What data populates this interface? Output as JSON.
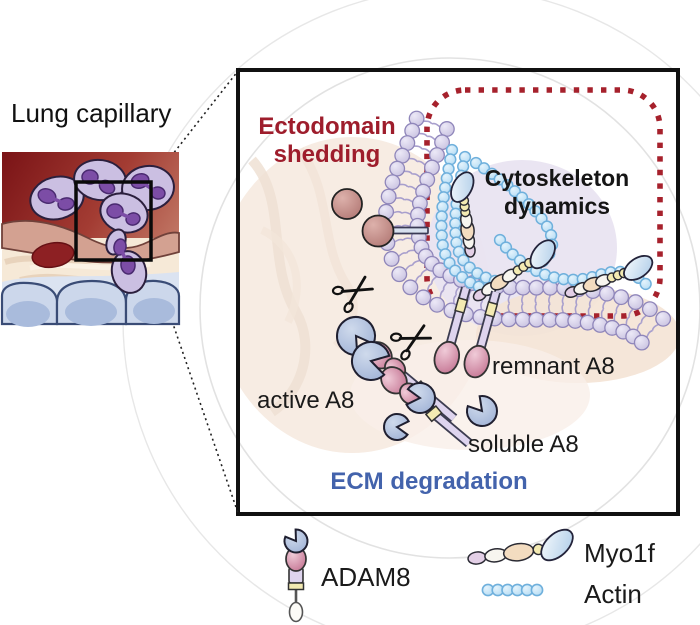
{
  "panel_left": {
    "title": "Lung capillary"
  },
  "inset": {
    "ectodomain": {
      "line1": "Ectodomain",
      "line2": "shedding"
    },
    "cytoskeleton": {
      "line1": "Cytoskeleton",
      "line2": "dynamics"
    },
    "labels": {
      "remnant": "remnant A8",
      "active": "active A8",
      "soluble": "soluble A8",
      "ecm": "ECM degradation"
    }
  },
  "legend": {
    "adam8": "ADAM8",
    "myo1f": "Myo1f",
    "actin": "Actin"
  },
  "colors": {
    "accent_red": "#9e1d2c",
    "dash_red": "#a6212c",
    "ecm_blue": "#4363ac",
    "membrane_fill": "#d8d2ec",
    "membrane_stroke": "#8f86ba",
    "membrane_tail": "#a89fcd",
    "actin_fill": "#bfe3f7",
    "actin_stroke": "#6fb0dc",
    "myosin_head_blue": "#c3d8ee",
    "myosin_tan": "#f3dcc0",
    "myosin_yellow": "#f3eab2",
    "myosin_white": "#f7f5ef",
    "myosin_pink": "#e3cfe6",
    "a8_pink": "#d593ad",
    "a8_stalk": "#ded4ee",
    "a8_band_yellow": "#f3eab2",
    "soluble_blue": "#b4c3e2",
    "sphere_red": "#bd8581",
    "outline_dark": "#3c3c50"
  }
}
